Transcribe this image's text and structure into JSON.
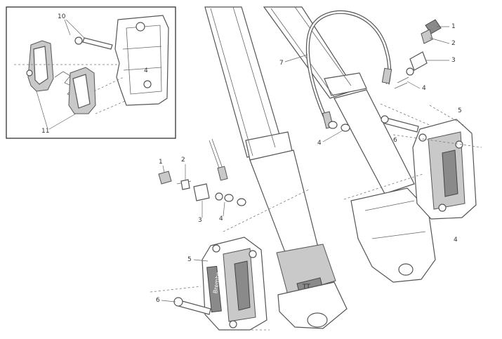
{
  "labels": {
    "l1a": "1",
    "l2a": "2",
    "l3a": "3",
    "l4a": "4",
    "l7": "7",
    "l4b": "4",
    "l4c": "4",
    "l6a": "6",
    "l5a": "5",
    "l1b": "1",
    "l2b": "2",
    "l3b": "3",
    "l4d": "4",
    "l5b": "5",
    "l6b": "6",
    "l10": "10",
    "l11": "11",
    "l4e": "4"
  },
  "badges": {
    "brand": "Brembo",
    "fork_plate": "TT"
  },
  "colors": {
    "line": "#555555",
    "shade": "#c9c9c9",
    "dark": "#8a8a8a"
  }
}
